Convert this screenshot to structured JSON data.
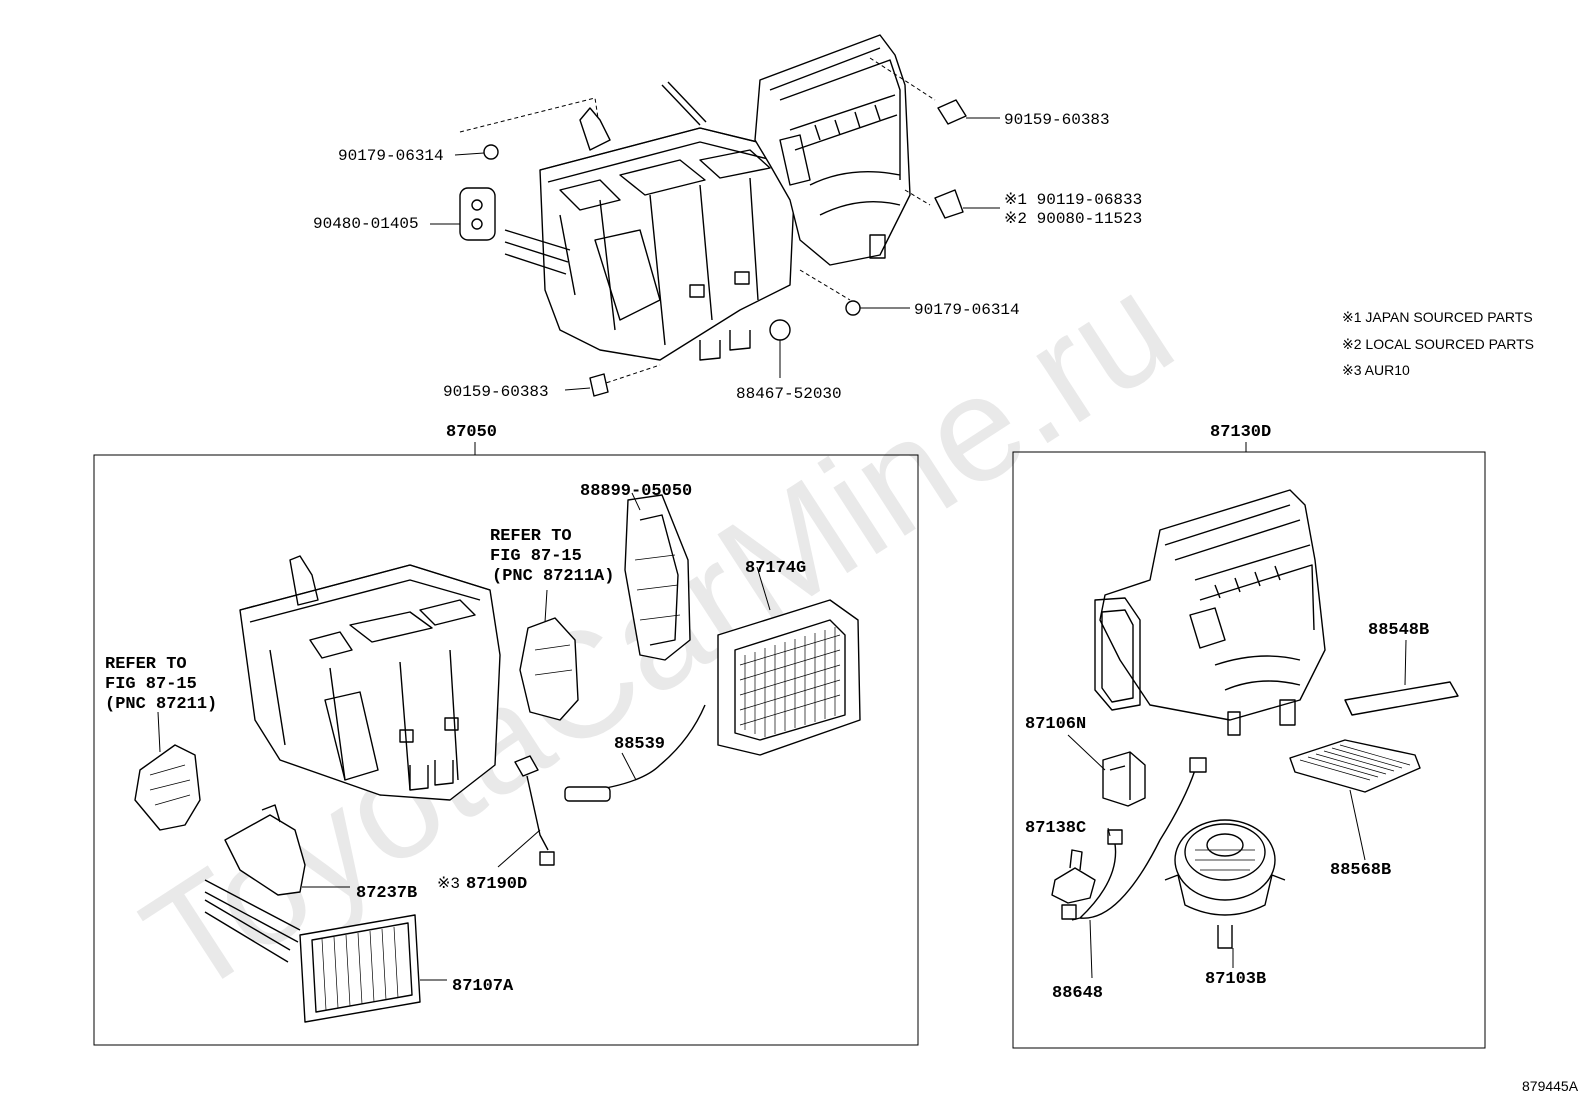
{
  "watermark": "ToyotaCarMine.ru",
  "figure_code": "879445A",
  "notes": [
    "※1 JAPAN SOURCED PARTS",
    "※2 LOCAL SOURCED PARTS",
    "※3 AUR10"
  ],
  "groups": {
    "left_group": "87050",
    "right_group": "87130D"
  },
  "top_parts": {
    "p90179a": "90179-06314",
    "p90480": "90480-01405",
    "p90159a": "90159-60383",
    "p90119": "※1 90119-06833",
    "p90080": "※2 90080-11523",
    "p90179b": "90179-06314",
    "p90159b": "90159-60383",
    "p88467": "88467-52030"
  },
  "left_parts": {
    "p88899": "88899-05050",
    "refer1": [
      "REFER TO",
      "FIG 87-15",
      "(PNC 87211A)"
    ],
    "refer2": [
      "REFER TO",
      "FIG 87-15",
      "(PNC 87211)"
    ],
    "p87174g": "87174G",
    "p88539": "88539",
    "p87190d_mark": "※3",
    "p87190d": "87190D",
    "p87237b": "87237B",
    "p87107a": "87107A"
  },
  "right_parts": {
    "p88548b": "88548B",
    "p87106n": "87106N",
    "p87138c": "87138C",
    "p88568b": "88568B",
    "p88648": "88648",
    "p87103b": "87103B"
  }
}
